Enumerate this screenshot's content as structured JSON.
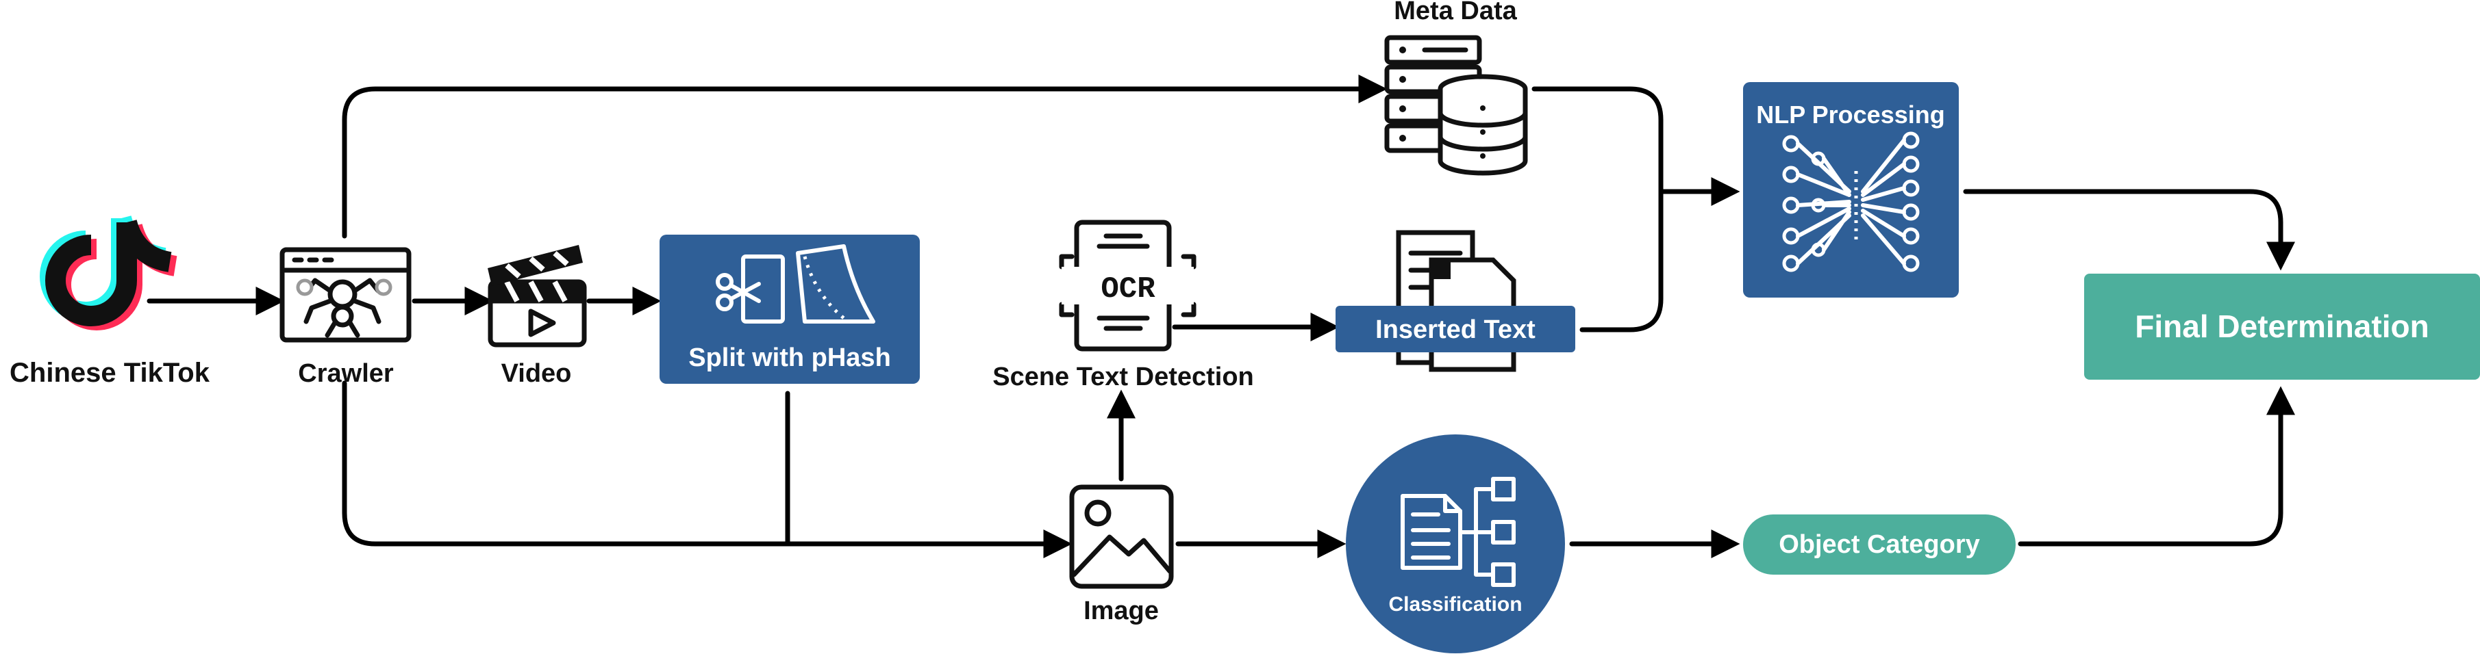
{
  "labels": {
    "source": "Chinese TikTok",
    "crawler": "Crawler",
    "video": "Video",
    "split": "Split with pHash",
    "ocr_glyph": "OCR",
    "scene_text": "Scene Text Detection",
    "meta_data": "Meta Data",
    "inserted_text": "Inserted Text",
    "nlp": "NLP Processing",
    "image": "Image",
    "classification": "Classification",
    "object_category": "Object Category",
    "final": "Final Determination"
  },
  "colors": {
    "blue": "#2f5f97",
    "teal": "#4daf9c",
    "tiktok_cyan": "#25f4ee",
    "tiktok_red": "#fe2c55",
    "line": "#000000"
  }
}
